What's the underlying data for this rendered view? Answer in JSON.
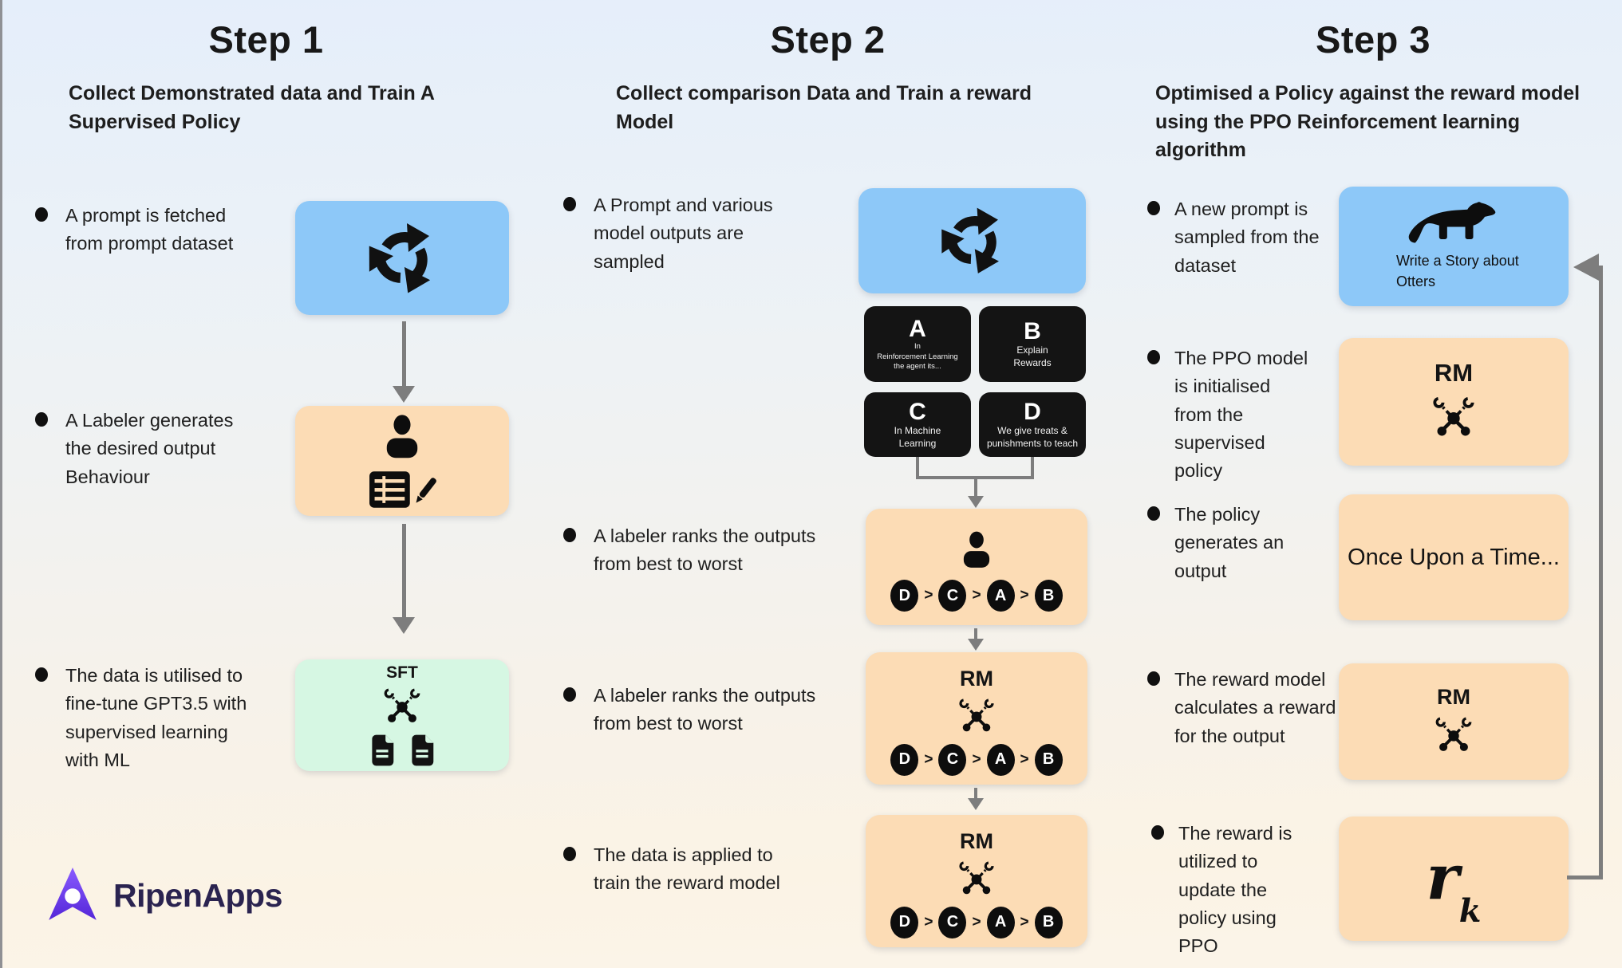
{
  "steps": [
    {
      "title": "Step 1",
      "subtitle": "Collect Demonstrated data and Train A Supervised Policy",
      "bullets": [
        "A prompt is fetched from prompt dataset",
        "A Labeler generates the desired output Behaviour",
        "The data is utilised to fine-tune GPT3.5 with supervised learning with ML"
      ],
      "sft_label": "SFT"
    },
    {
      "title": "Step 2",
      "subtitle": "Collect comparison Data and Train a reward Model",
      "bullets": [
        "A Prompt and various model outputs are sampled",
        "A labeler ranks the outputs from best to worst",
        "A labeler ranks the outputs from best to worst",
        "The data is applied to train the reward model"
      ],
      "options": [
        {
          "label": "A",
          "desc": "In\nReinforcement Learning\nthe agent its..."
        },
        {
          "label": "B",
          "desc": "Explain\nRewards"
        },
        {
          "label": "C",
          "desc": "In Machine\nLearning"
        },
        {
          "label": "D",
          "desc": "We give treats &\npunishments to teach"
        }
      ],
      "ranking": {
        "letters": [
          "D",
          "C",
          "A",
          "B"
        ],
        "separator": ">"
      },
      "rm_label": "RM"
    },
    {
      "title": "Step 3",
      "subtitle": "Optimised a Policy against the reward model using the PPO Reinforcement learning algorithm",
      "bullets": [
        "A new prompt is sampled from the dataset",
        "The PPO model is initialised from the supervised policy",
        "The policy generates an output",
        "The reward model calculates a reward for the output",
        "The reward is utilized to update the policy using PPO"
      ],
      "prompt_box_text": "Write a Story about Otters",
      "rm_label": "RM",
      "output_box_text": "Once Upon a Time...",
      "reward": {
        "main": "r",
        "sub": "k"
      }
    }
  ],
  "logo": {
    "name": "RipenApps"
  },
  "icons": {
    "recycle": "recycle-arrows-icon",
    "person": "labeler-person-icon",
    "table_pencil": "table-pencil-icon",
    "network": "model-network-icon",
    "documents": "documents-icon",
    "otter": "otter-icon",
    "logo_mark": "ripenapps-arrow-mark"
  },
  "colors": {
    "prompt_blue": "#8dc8f8",
    "model_orange": "#fcdcb5",
    "sft_green": "#d6f7e3",
    "card_black": "#141414",
    "arrow_gray": "#7d7d7d",
    "logo_purple": "#6d3df0",
    "logo_text": "#2a2350"
  }
}
